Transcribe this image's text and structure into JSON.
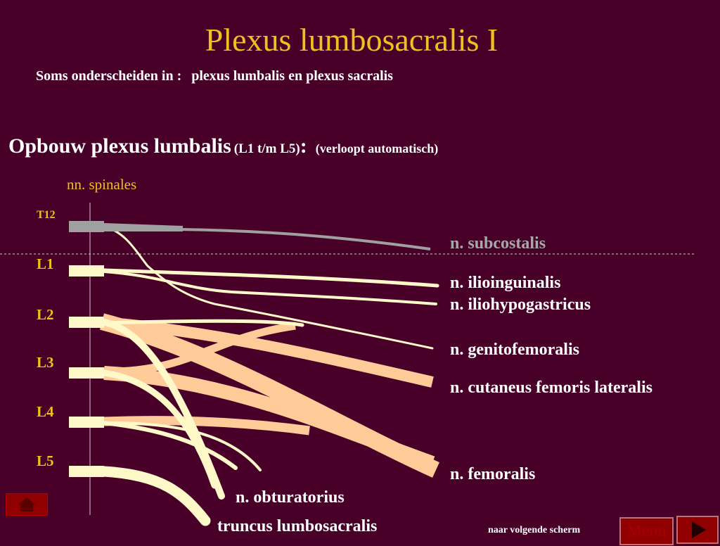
{
  "title": "Plexus lumbosacralis I",
  "subtitle": {
    "prefix": "Soms onderscheiden in :",
    "text": "plexus lumbalis en plexus sacralis"
  },
  "heading": {
    "main": "Opbouw plexus lumbalis",
    "sub": "(L1 t/m L5)",
    "colon": ":",
    "note": "(verloopt automatisch)"
  },
  "spinales_label": "nn. spinales",
  "segments": [
    "T12",
    "L1",
    "L2",
    "L3",
    "L4",
    "L5"
  ],
  "nerves": {
    "subcostalis": "n. subcostalis",
    "ilioinguinalis": "n. ilioinguinalis",
    "iliohypogastricus": "n. iliohypogastricus",
    "genitofemoralis": "n. genitofemoralis",
    "cutaneus": "n. cutaneus femoris lateralis",
    "femoralis": "n. femoralis",
    "obturatorius": "n. obturatorius",
    "truncus": "truncus lumbosacralis"
  },
  "navigation": {
    "next_screen": "naar volgende scherm",
    "menu": "Menu"
  },
  "icons": {
    "home": "home-icon",
    "next": "play-arrow-icon"
  },
  "colors": {
    "background": "#480028",
    "title": "#f0c020",
    "nerve_light": "#fff8c8",
    "nerve_orange": "#ffcc99",
    "subcostal_gray": "#a0a0a0",
    "button_red": "#900000"
  }
}
